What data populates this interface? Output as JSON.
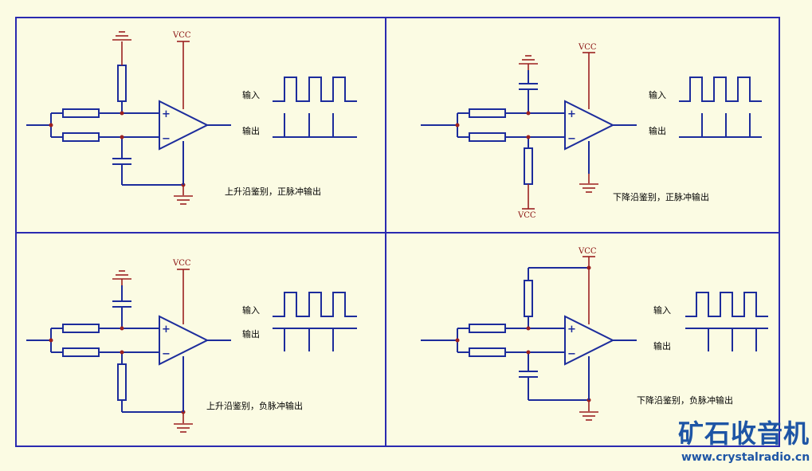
{
  "panels": [
    {
      "vcc": "VCC",
      "in_label": "输入",
      "out_label": "输出",
      "caption": "上升沿鉴别，正脉冲输出"
    },
    {
      "vcc": "VCC",
      "vcc2": "VCC",
      "in_label": "输入",
      "out_label": "输出",
      "caption": "下降沿鉴别，正脉冲输出"
    },
    {
      "vcc": "VCC",
      "in_label": "输入",
      "out_label": "输出",
      "caption": "上升沿鉴别，负脉冲输出"
    },
    {
      "vcc": "VCC",
      "in_label": "输入",
      "out_label": "输出",
      "caption": "下降沿鉴别，负脉冲输出"
    }
  ],
  "opamp": {
    "plus": "+",
    "minus": "−"
  },
  "watermark": {
    "name": "矿石收音机",
    "url": "www.crystalradio.cn"
  },
  "colors": {
    "background": "#fbfbe3",
    "border": "#2a2ab0",
    "wire": "#1c2c9c",
    "power": "#9c2020",
    "logo": "#1e55a5"
  }
}
